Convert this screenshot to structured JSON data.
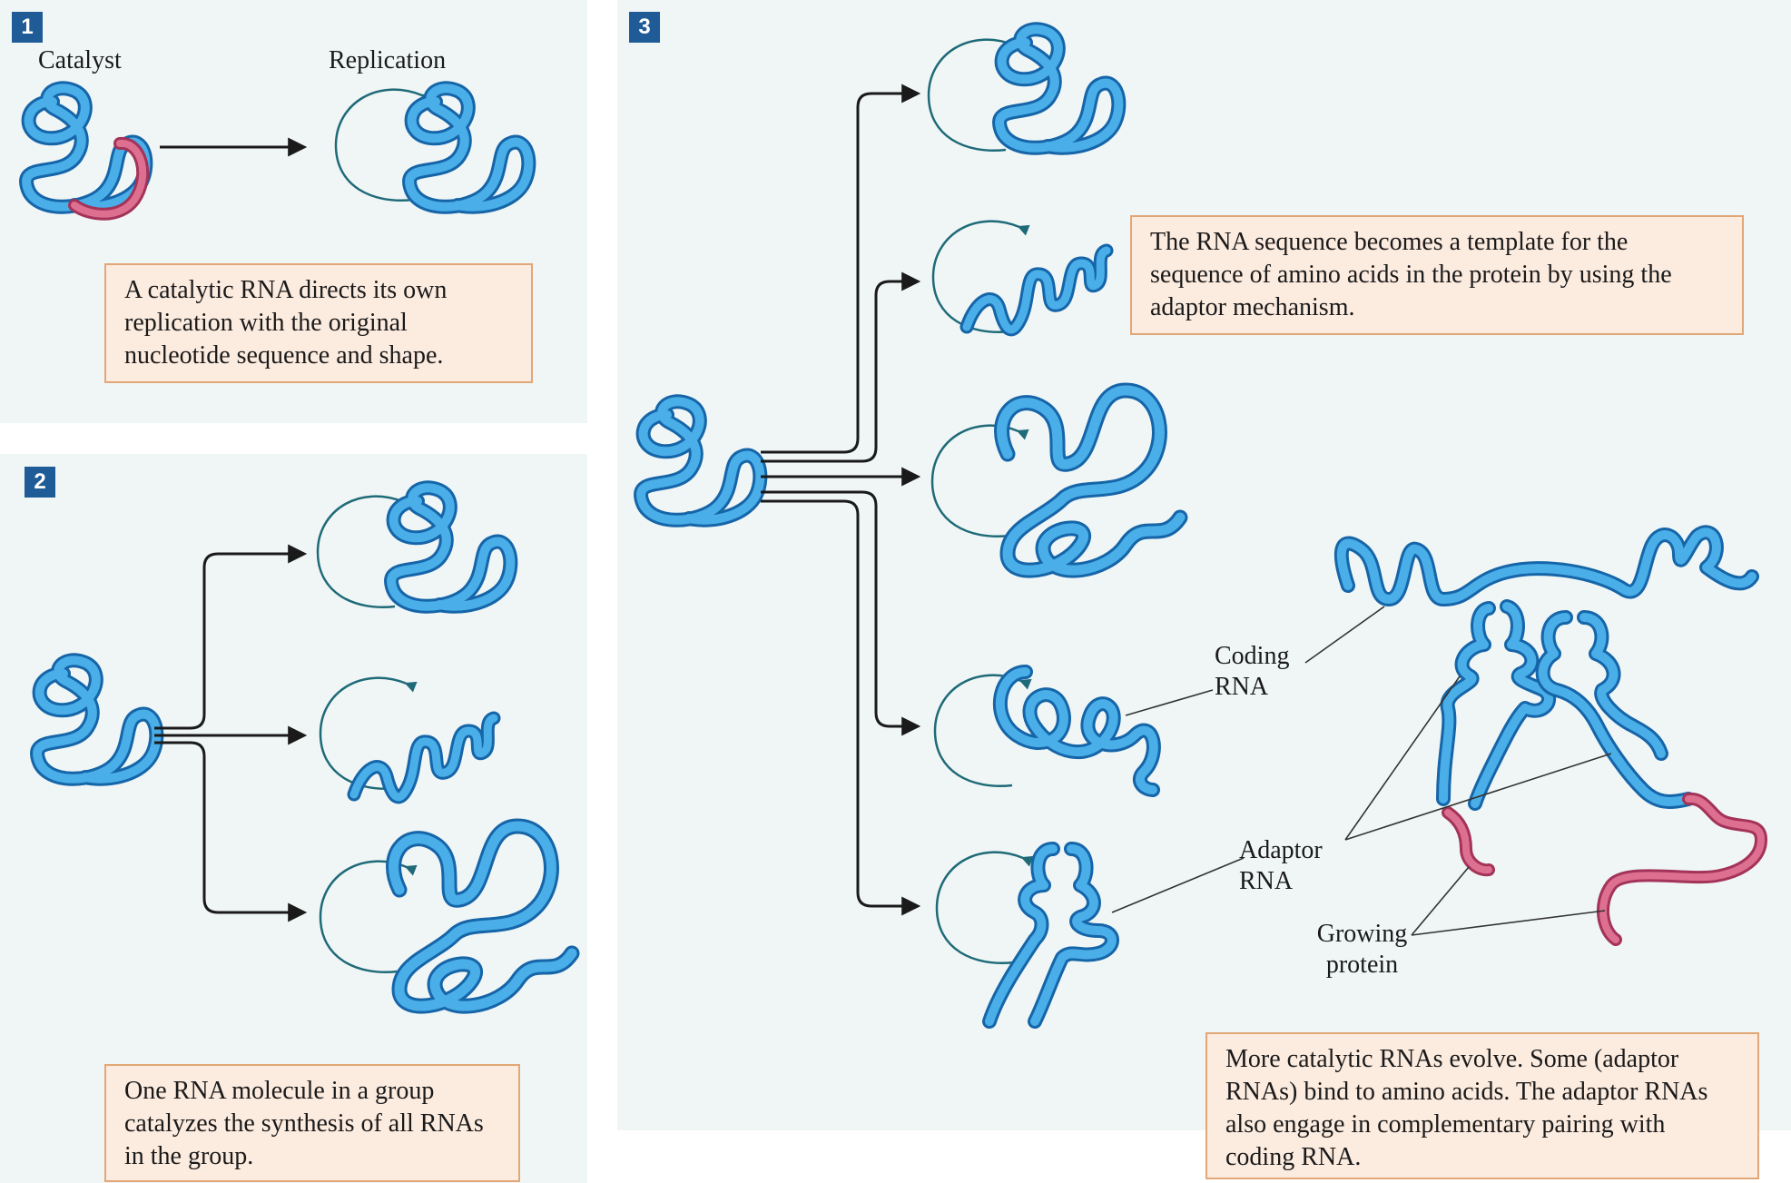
{
  "panel1": {
    "badge": "1",
    "label_catalyst": "Catalyst",
    "label_replication": "Replication",
    "note": "A catalytic RNA directs its own replication with the original nucleotide sequence and shape."
  },
  "panel2": {
    "badge": "2",
    "note": "One RNA molecule in a group catalyzes the synthesis of all RNAs in the group."
  },
  "panel3": {
    "badge": "3",
    "note_template": "The RNA sequence becomes a template for the sequence of amino acids in the protein by using the adaptor mechanism.",
    "label_coding_rna": "Coding RNA",
    "label_adaptor_rna": "Adaptor RNA",
    "label_growing_protein": "Growing protein",
    "note_bottom": "More catalytic RNAs evolve.  Some (adaptor RNAs) bind to amino acids. The adaptor RNAs also engage in complementary pairing with coding RNA."
  },
  "colors": {
    "rna_blue": "#2b8fd6",
    "rna_outline": "#1565a8",
    "protein_pink": "#cc5577",
    "arrow": "#1a1a1a",
    "replication_arc": "#1f6a78",
    "panel_bg": "#f0f6f6",
    "note_bg": "#fcebdf",
    "note_border": "#e2a776",
    "badge_bg": "#1f5c97"
  }
}
